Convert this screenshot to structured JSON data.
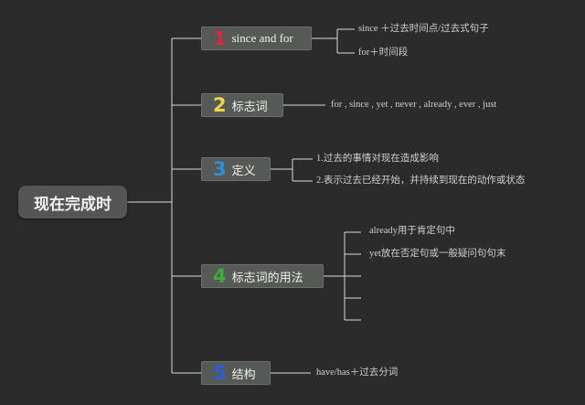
{
  "root": {
    "label": "现在完成时"
  },
  "topics": [
    {
      "num": "1",
      "num_color": "#e0263a",
      "label": "since and for",
      "leaves": [
        "since ＋过去时间点/过去式句子",
        "for＋时间段"
      ]
    },
    {
      "num": "2",
      "num_color": "#f0d64a",
      "label": "标志词",
      "leaves": [
        "for , since , yet , never , already , ever , just"
      ]
    },
    {
      "num": "3",
      "num_color": "#2f8fd8",
      "label": "定义",
      "leaves": [
        "1.过去的事情对现在造成影响",
        "2.表示过去已经开始，并持续到现在的动作或状态"
      ]
    },
    {
      "num": "4",
      "num_color": "#3fae3f",
      "label": "标志词的用法",
      "leaves": [
        "already用于肯定句中",
        "yet放在否定句或一般疑问句句末",
        "",
        "",
        ""
      ]
    },
    {
      "num": "5",
      "num_color": "#2a5fd6",
      "label": "结构",
      "leaves": [
        "have/has＋过去分词"
      ]
    }
  ],
  "colors": {
    "line": "#d9d9d9",
    "background": "#2b2b2b"
  }
}
